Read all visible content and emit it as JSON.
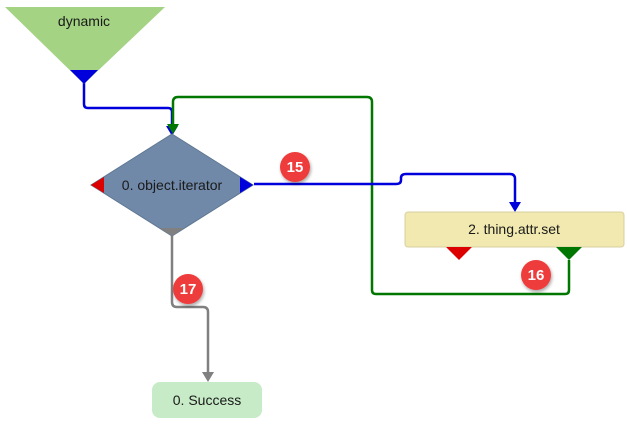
{
  "nodes": {
    "start": {
      "label": "dynamic"
    },
    "iterator": {
      "label": "0. object.iterator"
    },
    "set": {
      "label": "2. thing.attr.set"
    },
    "success": {
      "label": "0. Success"
    }
  },
  "badges": {
    "b15": "15",
    "b16": "16",
    "b17": "17"
  },
  "colors": {
    "start_fill": "#a3d383",
    "diamond_fill": "#7089a8",
    "set_fill": "#f1e9b0",
    "success_fill": "#c6ebc6",
    "blue": "#0000dd",
    "green": "#007700",
    "gray": "#808080",
    "red": "#dd0000",
    "badge": "#ee3b3b"
  }
}
